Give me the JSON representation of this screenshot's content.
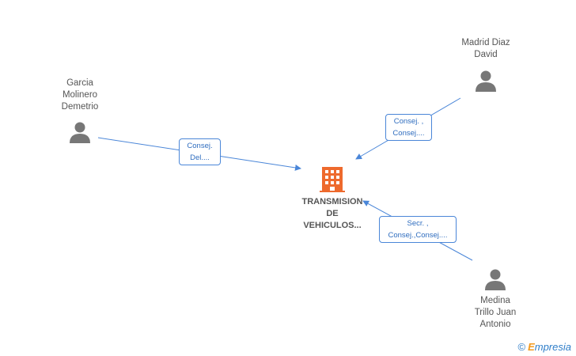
{
  "company": {
    "name_lines": [
      "TRANSMISION",
      "DE",
      "VEHICULOS..."
    ],
    "icon": "building-icon",
    "color": "#ee6a2d"
  },
  "people": [
    {
      "id": "garcia",
      "name_lines": [
        "Garcia",
        "Molinero",
        "Demetrio"
      ],
      "icon": "person-icon"
    },
    {
      "id": "madrid",
      "name_lines": [
        "Madrid Diaz",
        "David"
      ],
      "icon": "person-icon"
    },
    {
      "id": "medina",
      "name_lines": [
        "Medina",
        "Trillo Juan",
        "Antonio"
      ],
      "icon": "person-icon"
    }
  ],
  "relations": [
    {
      "id": "garcia",
      "lines": [
        "Consej.",
        "Del...."
      ]
    },
    {
      "id": "madrid",
      "lines": [
        "Consej. ,",
        "Consej...."
      ]
    },
    {
      "id": "medina",
      "lines": [
        "Secr. ,",
        "Consej.,Consej...."
      ]
    }
  ],
  "brand": {
    "copyright": "©",
    "logo_first": "E",
    "logo_rest": "mpresia"
  },
  "colors": {
    "edge": "#4a86d8",
    "person": "#777777",
    "text": "#555555"
  }
}
